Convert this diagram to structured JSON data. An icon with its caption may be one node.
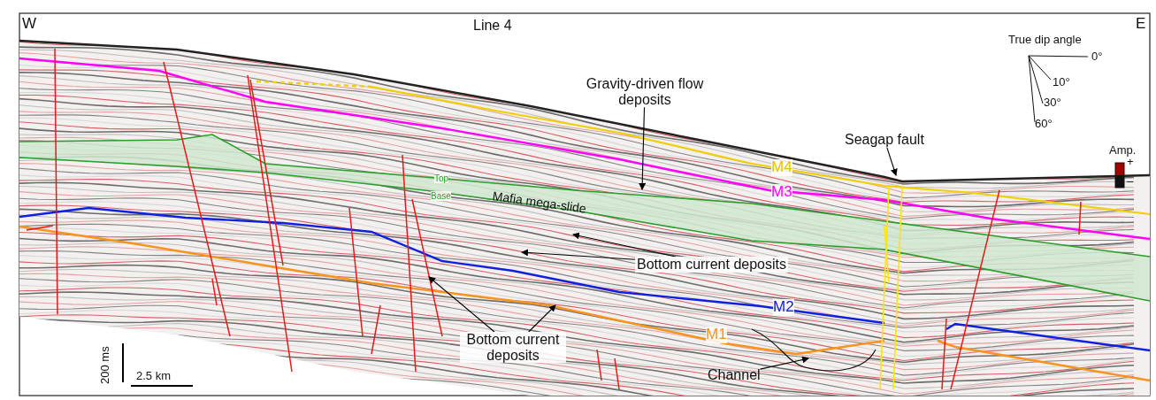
{
  "diagram": {
    "title": "Line 4",
    "nodes": [
      {
        "text": [
          "Gravity-driven flow deposits"
        ]
      },
      {
        "text": [
          "Seagap fault"
        ]
      },
      {
        "text": [
          "Bottom current deposits"
        ]
      },
      {
        "text": [
          "Bottom current deposits"
        ]
      },
      {
        "text": [
          "Channel"
        ]
      }
    ],
    "edges": [
      {
        "from": 0,
        "to": null,
        "arrow": "to"
      },
      {
        "from": 1,
        "to": null,
        "arrow": "to"
      },
      {
        "from": 2,
        "to": null,
        "arrow": "to"
      },
      {
        "from": 2,
        "to": null,
        "arrow": "to"
      },
      {
        "from": 3,
        "to": null,
        "arrow": "to"
      },
      {
        "from": 3,
        "to": null,
        "arrow": "to"
      },
      {
        "from": 4,
        "to": null,
        "arrow": "to"
      }
    ],
    "labels": [
      "W",
      "E",
      "True dip angle",
      "0°",
      "10°",
      "30°",
      "60°",
      "Amp.",
      "+",
      "–",
      "M4",
      "M3",
      "Top",
      "Base",
      "Mafia mega-slide",
      "M2",
      "M1",
      "200 ms",
      "2.5 km"
    ]
  }
}
